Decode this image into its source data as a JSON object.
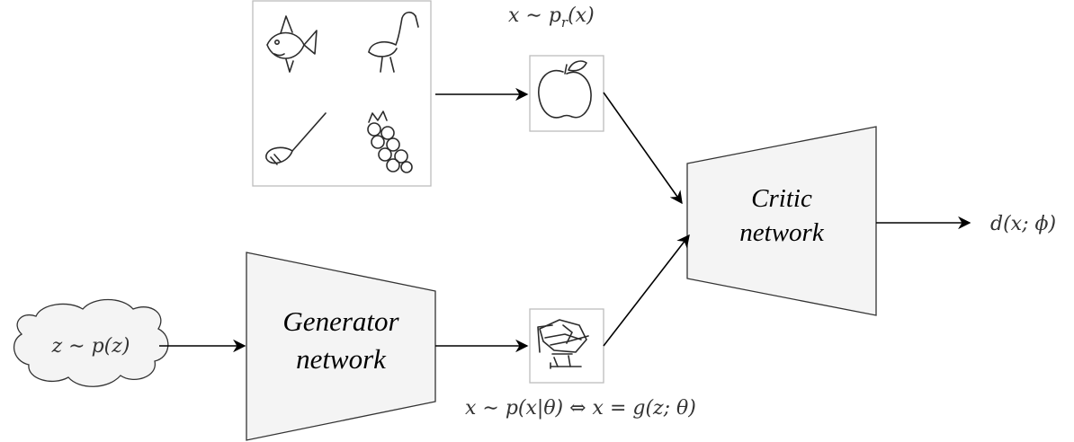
{
  "real_sample_label": "x ∼ p_r(x)",
  "real_sample_label_parts": {
    "lhs": "x ∼ p",
    "sub": "r",
    "rhs": "(x)"
  },
  "noise_label": "z ∼ p(z)",
  "generator": {
    "line1": "Generator",
    "line2": "network"
  },
  "critic": {
    "line1": "Critic",
    "line2": "network"
  },
  "fake_sample_label": "x ∼ p(x|θ) ⇔ x = g(z; θ)",
  "output_label": "d(x; ϕ)",
  "dataset_icons": [
    "fish-doodle-icon",
    "flamingo-doodle-icon",
    "golf-club-doodle-icon",
    "grapes-doodle-icon"
  ],
  "real_sample_icon": "apple-doodle-icon",
  "fake_sample_icon": "generated-scribble-icon"
}
